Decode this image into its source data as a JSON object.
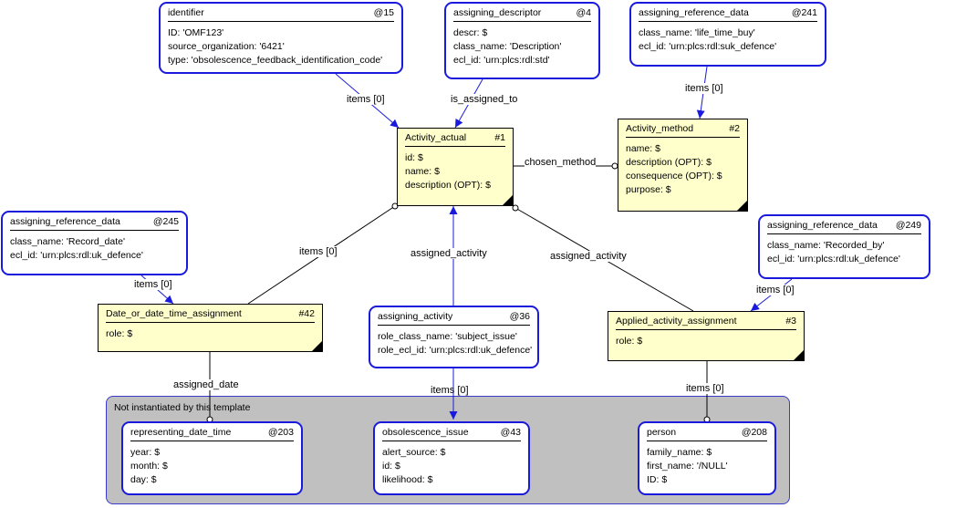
{
  "region": {
    "label": "Not instantiated by this template"
  },
  "boxes": {
    "identifier": {
      "name": "identifier",
      "id": "@15",
      "attrs": [
        "ID: 'OMF123'",
        "source_organization: '6421'",
        "type: 'obsolescence_feedback_identification_code'"
      ]
    },
    "assigning_descriptor": {
      "name": "assigning_descriptor",
      "id": "@4",
      "attrs": [
        "descr: $",
        "class_name: 'Description'",
        "ecl_id: 'urn:plcs:rdl:std'"
      ]
    },
    "ard241": {
      "name": "assigning_reference_data",
      "id": "@241",
      "attrs": [
        "class_name: 'life_time_buy'",
        "ecl_id: 'urn:plcs:rdl:suk_defence'"
      ]
    },
    "activity_actual": {
      "name": "Activity_actual",
      "id": "#1",
      "attrs": [
        "id: $",
        "name: $",
        "description (OPT): $"
      ]
    },
    "activity_method": {
      "name": "Activity_method",
      "id": "#2",
      "attrs": [
        "name: $",
        "description (OPT): $",
        "consequence (OPT): $",
        "purpose: $"
      ]
    },
    "ard245": {
      "name": "assigning_reference_data",
      "id": "@245",
      "attrs": [
        "class_name: 'Record_date'",
        "ecl_id: 'urn:plcs:rdl:uk_defence'"
      ]
    },
    "ard249": {
      "name": "assigning_reference_data",
      "id": "@249",
      "attrs": [
        "class_name: 'Recorded_by'",
        "ecl_id: 'urn:plcs:rdl:uk_defence'"
      ]
    },
    "date_assignment": {
      "name": "Date_or_date_time_assignment",
      "id": "#42",
      "attrs": [
        "role: $"
      ]
    },
    "assigning_activity": {
      "name": "assigning_activity",
      "id": "@36",
      "attrs": [
        "role_class_name: 'subject_issue'",
        "role_ecl_id: 'urn:plcs:rdl:uk_defence'"
      ]
    },
    "applied_assignment": {
      "name": "Applied_activity_assignment",
      "id": "#3",
      "attrs": [
        "role: $"
      ]
    },
    "representing_date_time": {
      "name": "representing_date_time",
      "id": "@203",
      "attrs": [
        "year: $",
        "month: $",
        "day: $"
      ]
    },
    "obsolescence_issue": {
      "name": "obsolescence_issue",
      "id": "@43",
      "attrs": [
        "alert_source: $",
        "id: $",
        "likelihood: $"
      ]
    },
    "person": {
      "name": "person",
      "id": "@208",
      "attrs": [
        "family_name: $",
        "first_name: '/NULL'",
        "ID: $"
      ]
    }
  },
  "labels": {
    "items_identifier": "items [0]",
    "is_assigned_to": "is_assigned_to",
    "items_ard241": "items [0]",
    "chosen_method": "chosen_method",
    "items_date": "items [0]",
    "items_ard245": "items [0]",
    "assigned_activity_center": "assigned_activity",
    "assigned_activity_right": "assigned_activity",
    "items_ard249": "items [0]",
    "assigned_date": "assigned_date",
    "items_issue": "items [0]",
    "items_person": "items [0]"
  }
}
